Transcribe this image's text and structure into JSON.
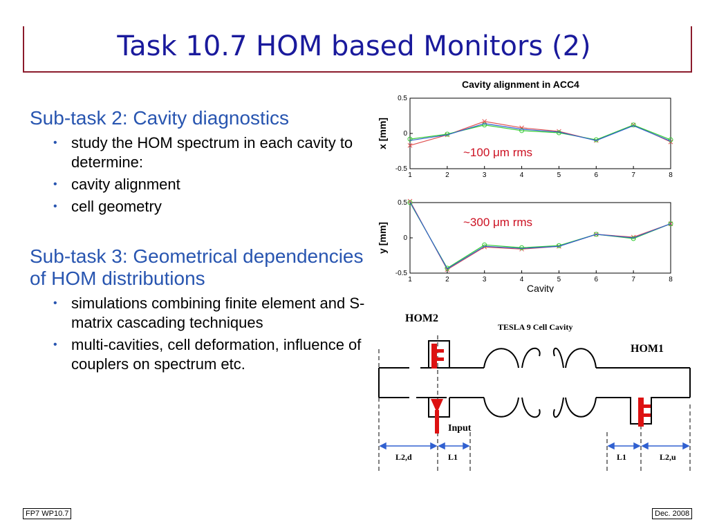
{
  "slide": {
    "title": "Task 10.7   HOM based Monitors (2)",
    "footer_left": "FP7 WP10.7",
    "footer_right": "Dec. 2008"
  },
  "text": {
    "subtask2": "Sub-task 2: Cavity diagnostics",
    "subtask2_items": [
      "study the HOM spectrum in each cavity to determine:",
      "cavity alignment",
      "cell geometry"
    ],
    "subtask3": "Sub-task 3: Geometrical dependencies of HOM distributions",
    "subtask3_items": [
      "simulations combining finite element and S-matrix cascading techniques",
      "multi-cavities, cell deformation, influence of couplers on spectrum etc."
    ]
  },
  "chart_data": [
    {
      "type": "line",
      "title": "Cavity alignment in ACC4",
      "ylabel": "x [mm]",
      "xlabel": "",
      "annotation": "~100 μm rms",
      "x": [
        1,
        2,
        3,
        4,
        5,
        6,
        7,
        8
      ],
      "xlim": [
        1,
        8
      ],
      "ylim": [
        -0.5,
        0.5
      ],
      "yticks": [
        0.5,
        0,
        -0.5
      ],
      "series": [
        {
          "color": "#e05050",
          "marker": "x",
          "values": [
            -0.17,
            -0.02,
            0.17,
            0.08,
            0.03,
            -0.1,
            0.12,
            -0.12
          ]
        },
        {
          "color": "#33cc33",
          "marker": "o",
          "values": [
            -0.08,
            -0.01,
            0.12,
            0.04,
            0.01,
            -0.09,
            0.12,
            -0.09
          ]
        },
        {
          "color": "#3060d0",
          "marker": "",
          "values": [
            -0.1,
            -0.02,
            0.14,
            0.06,
            0.02,
            -0.1,
            0.11,
            -0.11
          ]
        }
      ]
    },
    {
      "type": "line",
      "title": "",
      "ylabel": "y [mm]",
      "xlabel": "Cavity",
      "annotation": "~300 μm rms",
      "x": [
        1,
        2,
        3,
        4,
        5,
        6,
        7,
        8
      ],
      "xlim": [
        1,
        8
      ],
      "ylim": [
        -0.5,
        0.5
      ],
      "yticks": [
        0.5,
        0,
        -0.5
      ],
      "series": [
        {
          "color": "#e05050",
          "marker": "x",
          "values": [
            0.52,
            -0.45,
            -0.13,
            -0.16,
            -0.12,
            0.05,
            0.01,
            0.2
          ]
        },
        {
          "color": "#33cc33",
          "marker": "o",
          "values": [
            0.5,
            -0.43,
            -0.1,
            -0.14,
            -0.11,
            0.05,
            -0.01,
            0.2
          ]
        },
        {
          "color": "#3060d0",
          "marker": "",
          "values": [
            0.51,
            -0.44,
            -0.12,
            -0.15,
            -0.12,
            0.05,
            0.0,
            0.2
          ]
        }
      ]
    }
  ],
  "diagram": {
    "hom2": "HOM2",
    "hom1": "HOM1",
    "cavity_label": "TESLA 9 Cell Cavity",
    "input": "Input",
    "dims": [
      "L2,d",
      "L1",
      "L1",
      "L2,u"
    ],
    "coupler_color": "#dd1111"
  }
}
